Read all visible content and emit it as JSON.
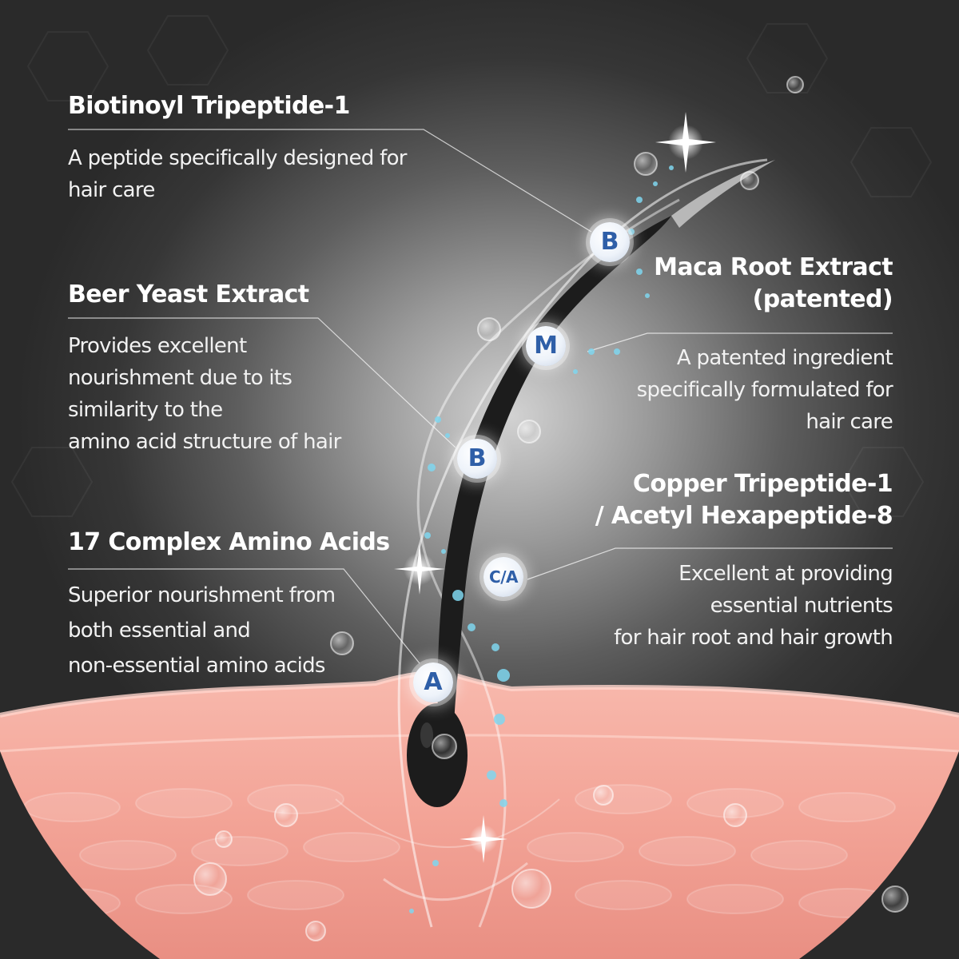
{
  "ingredients": {
    "biotinoyl": {
      "title": "Biotinoyl Tripeptide-1",
      "desc": [
        "A peptide specifically designed for",
        "hair care"
      ],
      "badge": "B"
    },
    "beer": {
      "title": "Beer Yeast Extract",
      "desc": [
        "Provides excellent",
        "nourishment due to its",
        "similarity to the",
        "amino acid structure of hair"
      ],
      "badge": "B"
    },
    "amino": {
      "title": "17 Complex Amino Acids",
      "desc": [
        "Superior nourishment from",
        "both essential and",
        "non-essential amino acids"
      ],
      "badge": "A"
    },
    "maca": {
      "title_lines": [
        "Maca Root Extract",
        "(patented)"
      ],
      "desc": [
        "A patented ingredient",
        "specifically formulated for",
        "hair care"
      ],
      "badge": "M"
    },
    "copper": {
      "title_lines": [
        "Copper Tripeptide-1",
        "/ Acetyl Hexapeptide-8"
      ],
      "desc": [
        "Excellent at providing",
        "essential nutrients",
        "for hair root and hair growth"
      ],
      "badge": "C/A"
    }
  },
  "colors": {
    "skin": "#f4a79b",
    "skin_dark": "#e58d82",
    "hair": "#1c1c1c",
    "badge_text": "#2f5fa8",
    "droplet": "#7fd6ee"
  }
}
